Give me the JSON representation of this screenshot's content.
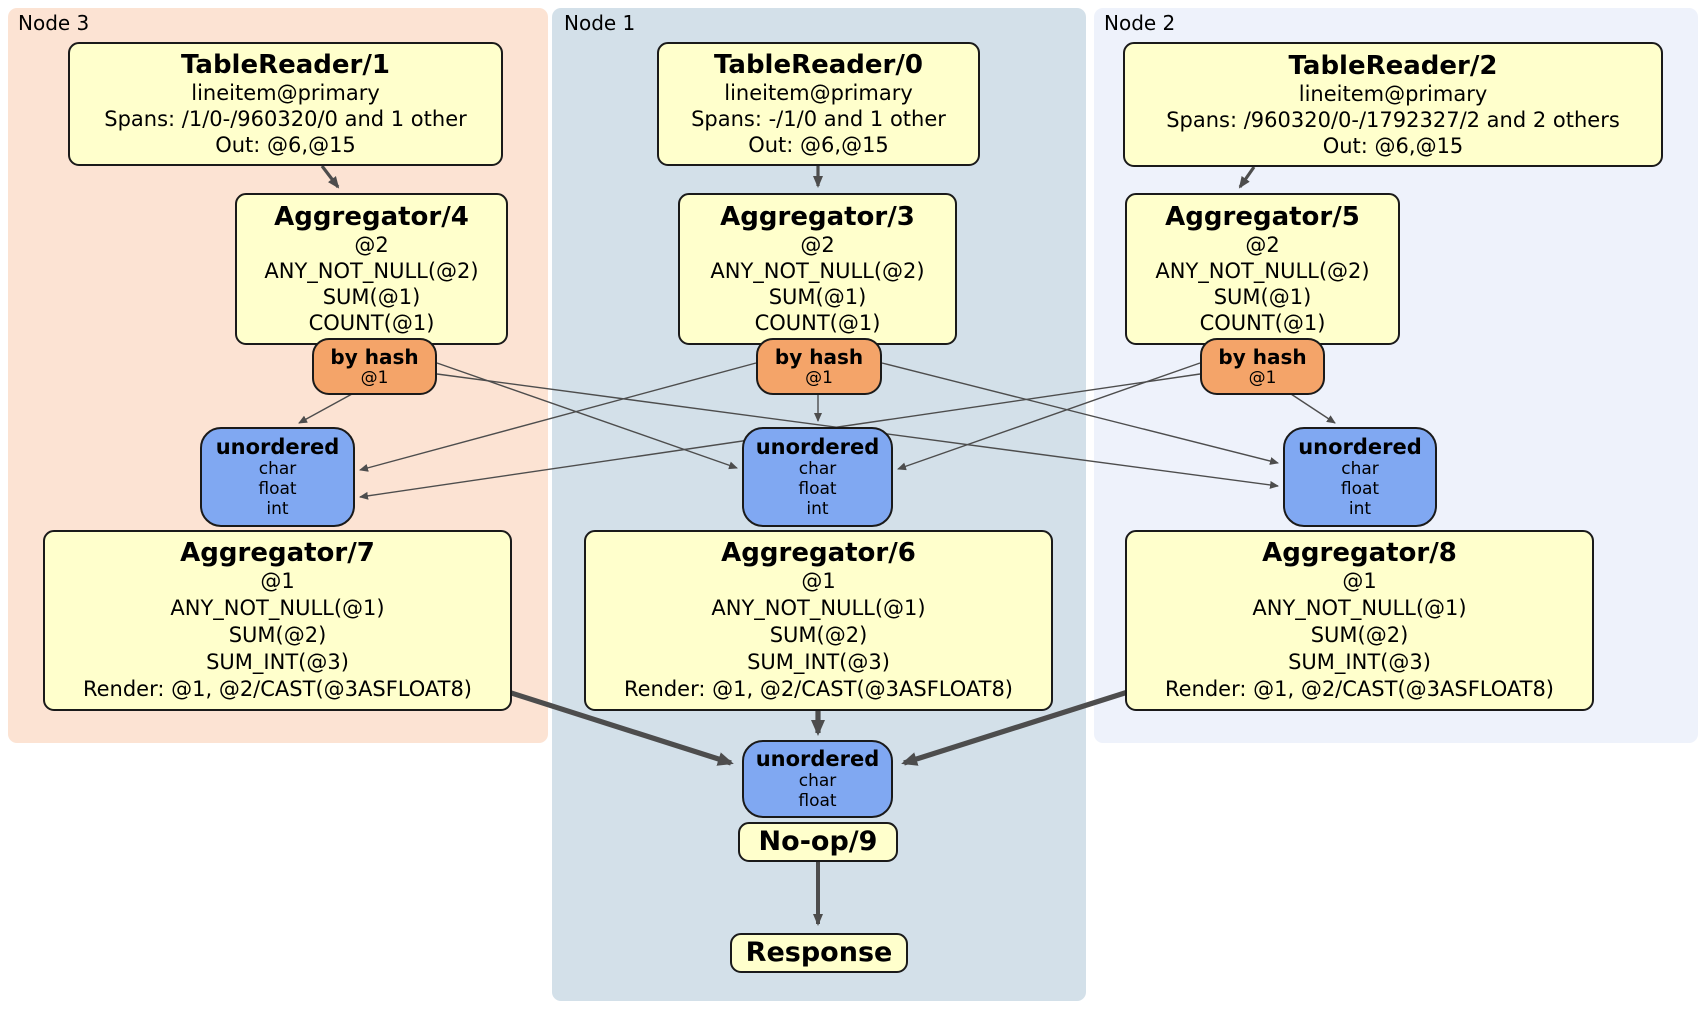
{
  "regions": [
    {
      "label": "Node 3"
    },
    {
      "label": "Node 1"
    },
    {
      "label": "Node 2"
    }
  ],
  "processors": {
    "tablereader_1": {
      "title": "TableReader/1",
      "lines": [
        "lineitem@primary",
        "Spans: /1/0-/960320/0 and 1 other",
        "Out: @6,@15"
      ]
    },
    "tablereader_0": {
      "title": "TableReader/0",
      "lines": [
        "lineitem@primary",
        "Spans: -/1/0 and 1 other",
        "Out: @6,@15"
      ]
    },
    "tablereader_2": {
      "title": "TableReader/2",
      "lines": [
        "lineitem@primary",
        "Spans: /960320/0-/1792327/2 and 2 others",
        "Out: @6,@15"
      ]
    },
    "aggregator_4": {
      "title": "Aggregator/4",
      "lines": [
        "@2",
        "ANY_NOT_NULL(@2)",
        "SUM(@1)",
        "COUNT(@1)"
      ]
    },
    "aggregator_3": {
      "title": "Aggregator/3",
      "lines": [
        "@2",
        "ANY_NOT_NULL(@2)",
        "SUM(@1)",
        "COUNT(@1)"
      ]
    },
    "aggregator_5": {
      "title": "Aggregator/5",
      "lines": [
        "@2",
        "ANY_NOT_NULL(@2)",
        "SUM(@1)",
        "COUNT(@1)"
      ]
    },
    "aggregator_7": {
      "title": "Aggregator/7",
      "lines": [
        "@1",
        "ANY_NOT_NULL(@1)",
        "SUM(@2)",
        "SUM_INT(@3)",
        "Render: @1, @2/CAST(@3ASFLOAT8)"
      ]
    },
    "aggregator_6": {
      "title": "Aggregator/6",
      "lines": [
        "@1",
        "ANY_NOT_NULL(@1)",
        "SUM(@2)",
        "SUM_INT(@3)",
        "Render: @1, @2/CAST(@3ASFLOAT8)"
      ]
    },
    "aggregator_8": {
      "title": "Aggregator/8",
      "lines": [
        "@1",
        "ANY_NOT_NULL(@1)",
        "SUM(@2)",
        "SUM_INT(@3)",
        "Render: @1, @2/CAST(@3ASFLOAT8)"
      ]
    },
    "noop_9": {
      "title": "No-op/9"
    },
    "response": {
      "title": "Response"
    }
  },
  "routers": [
    {
      "title": "by hash",
      "key": "@1"
    },
    {
      "title": "by hash",
      "key": "@1"
    },
    {
      "title": "by hash",
      "key": "@1"
    }
  ],
  "syncs": [
    {
      "title": "unordered",
      "types": [
        "char",
        "float",
        "int"
      ]
    },
    {
      "title": "unordered",
      "types": [
        "char",
        "float",
        "int"
      ]
    },
    {
      "title": "unordered",
      "types": [
        "char",
        "float",
        "int"
      ]
    },
    {
      "title": "unordered",
      "types": [
        "char",
        "float"
      ]
    }
  ],
  "colors": {
    "node3_bg": "#fce3d3",
    "node1_bg": "#d3e0e9",
    "node2_bg": "#eef2fb",
    "processor_fill": "#ffffcc",
    "router_fill": "#f4a469",
    "sync_fill": "#80a8f2",
    "box_border": "#1a1a1a",
    "edge": "#4d4d4d"
  }
}
